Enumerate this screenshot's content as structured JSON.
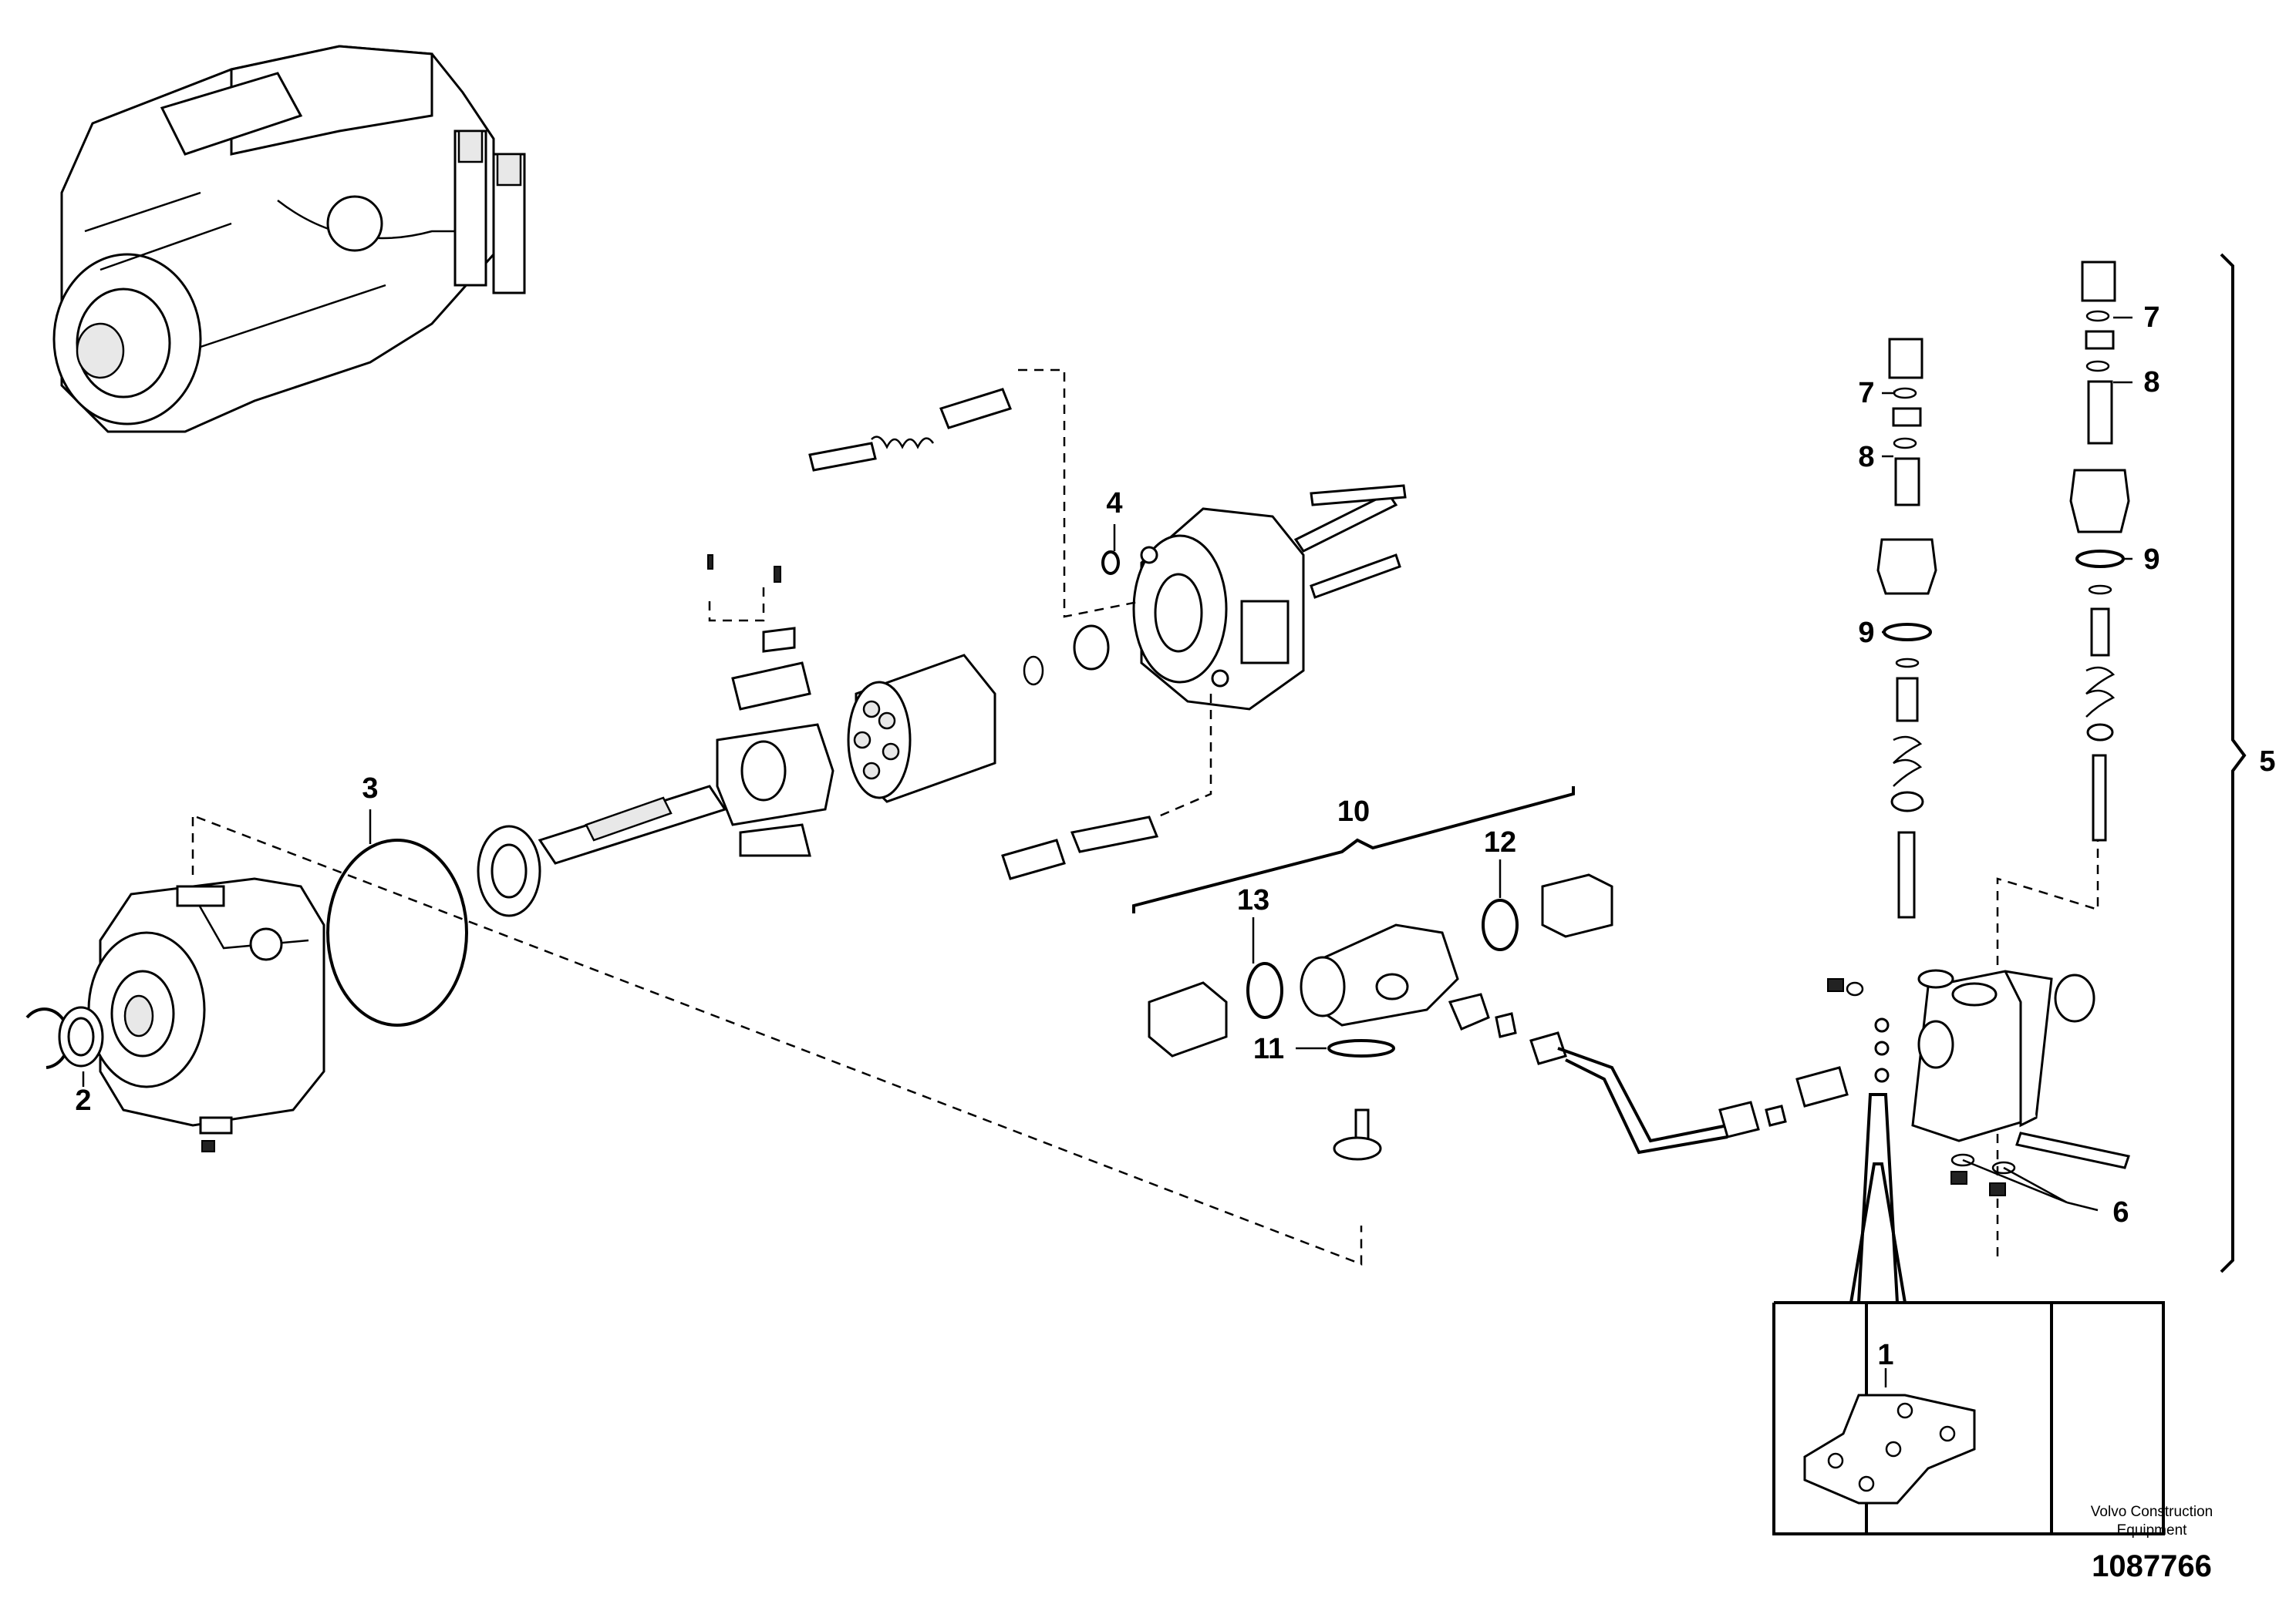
{
  "diagram": {
    "callouts": {
      "c1": "1",
      "c2": "2",
      "c3": "3",
      "c4": "4",
      "c5": "5",
      "c6": "6",
      "c7a": "7",
      "c7b": "7",
      "c8a": "8",
      "c8b": "8",
      "c9a": "9",
      "c9b": "9",
      "c10": "10",
      "c11": "11",
      "c12": "12",
      "c13": "13"
    },
    "footer": {
      "brand_line1": "Volvo Construction",
      "brand_line2": "Equipment",
      "doc_number": "1087766"
    }
  }
}
